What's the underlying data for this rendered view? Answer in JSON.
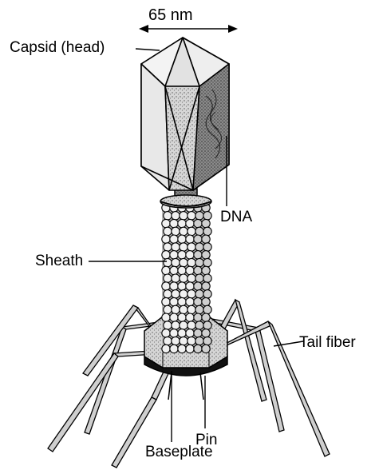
{
  "diagram": {
    "subject": "bacteriophage",
    "dimension": {
      "text": "65 nm"
    },
    "labels": {
      "capsid": "Capsid (head)",
      "dna": "DNA",
      "sheath": "Sheath",
      "tail_fiber": "Tail fiber",
      "pin": "Pin",
      "baseplate": "Baseplate"
    }
  }
}
